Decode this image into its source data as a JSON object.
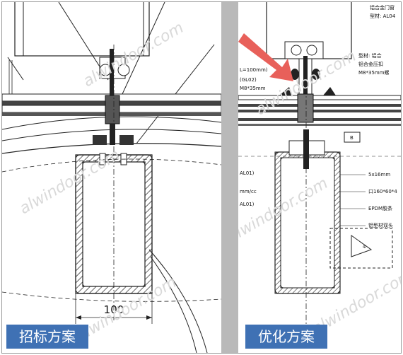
{
  "captions": {
    "left": "招标方案",
    "right": "优化方案"
  },
  "left_panel": {
    "dimension_value": "100"
  },
  "right_panel": {
    "annotations": {
      "a1": "L=100mm)",
      "a2": "(GL02)",
      "a3": "M8*35mm",
      "a4": "AL01)",
      "a5": "mm/cc",
      "a6": "AL01)",
      "a7": "5x16mm",
      "a8": "口160*60*4",
      "a9": "EPDM胶条",
      "a10": "铝型材双头",
      "a11": "B",
      "a12": "4",
      "top1": "铝合金门窗",
      "top2": "型材: AL04",
      "top3": "型材: 铝合",
      "top4": "铝合金压扣",
      "top5": "M8*35mm螺"
    }
  },
  "watermark": "alwindoor.com",
  "colors": {
    "caption_bg": "#3f71b4",
    "arrow": "#e8605a",
    "divider": "#b9b9b9"
  }
}
